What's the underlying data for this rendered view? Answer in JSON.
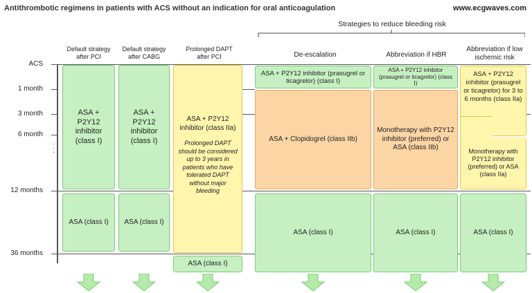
{
  "header": {
    "title": "Antithrombotic regimens in patients with ACS without an indication for oral anticoagulation",
    "site": "www.ecgwaves.com",
    "strategies_label": "Strategies to reduce bleeding risk"
  },
  "axis": {
    "acs": "ACS",
    "m1": "1 month",
    "m3": "3 month",
    "m6": "6 month",
    "m12": "12 months",
    "m36": "36 months"
  },
  "columns": {
    "col1": {
      "head": "Default strategy after PCI",
      "dapt": "ASA + P2Y12 inhibitor (class I)",
      "mono": "ASA (class I)"
    },
    "col2": {
      "head": "Default strategy after CABG",
      "dapt": "ASA + P2Y12 inhibitor (class I)",
      "mono": "ASA (class I)"
    },
    "col3": {
      "head": "Prolonged DAPT after PCI",
      "dapt": "ASA + P2Y12 inhibitor (class IIa)",
      "note": "Prolonged DAPT should be considered up to 3 years in patients who have tolerated DAPT without major bleeding",
      "mono": "ASA (class I)"
    },
    "col4": {
      "head": "De-escalation",
      "early": "ASA + P2Y12 inhibitor (prasugrel or ticagrelor) (class I)",
      "mid": "ASA + Clopidogrel (class IIb)",
      "mono": "ASA (class I)"
    },
    "col5": {
      "head": "Abbreviation if HBR",
      "early": "ASA + P2Y12 inhibitor (prasugrel or ticagrelor) (class I)",
      "mid": "Monotherapy with P2Y12 inhibitor (preferred) or ASA (class IIb)",
      "mono": "ASA (class I)"
    },
    "col6": {
      "head": "Abbreviation if low ischemic risk",
      "early": "ASA + P2Y12 inhibitor (prasugrel or ticagrelor) for 3 to 6 months (class IIa)",
      "mid": "Monotherapy with P2Y12 inhibitor (preferred) or ASA (class IIa)",
      "mono": "ASA (class I)"
    }
  },
  "colors": {
    "green": "#c6f0c2",
    "yellow": "#fff5ad",
    "orange": "#fcd5a5",
    "arrow": "#b5eba8"
  }
}
